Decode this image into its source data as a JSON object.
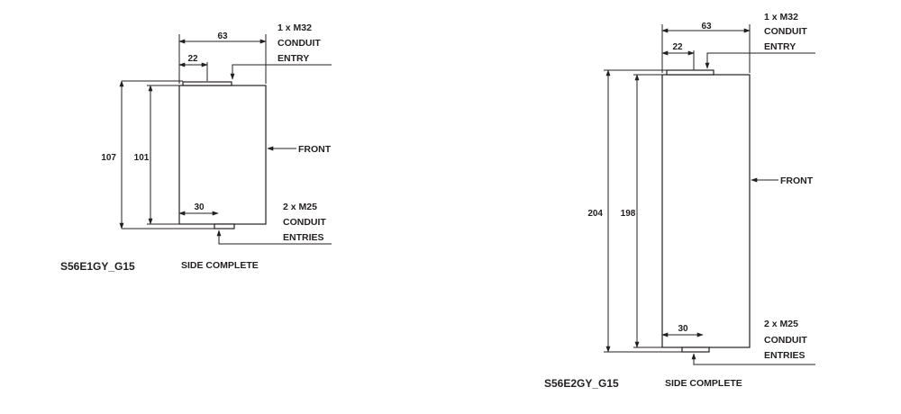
{
  "views": [
    {
      "model": "S56E1GY_G15",
      "view_label": "SIDE COMPLETE",
      "dims": {
        "width": "63",
        "top_offset": "22",
        "bottom_offset": "30",
        "height_overall": "107",
        "height_body": "101"
      },
      "callouts": {
        "top": [
          "1 x M32",
          "CONDUIT",
          "ENTRY"
        ],
        "front": "FRONT",
        "bottom": [
          "2 x M25",
          "CONDUIT",
          "ENTRIES"
        ]
      }
    },
    {
      "model": "S56E2GY_G15",
      "view_label": "SIDE COMPLETE",
      "dims": {
        "width": "63",
        "top_offset": "22",
        "bottom_offset": "30",
        "height_overall": "204",
        "height_body": "198"
      },
      "callouts": {
        "top": [
          "1 x M32",
          "CONDUIT",
          "ENTRY"
        ],
        "front": "FRONT",
        "bottom": [
          "2 x M25",
          "CONDUIT",
          "ENTRIES"
        ]
      }
    }
  ]
}
